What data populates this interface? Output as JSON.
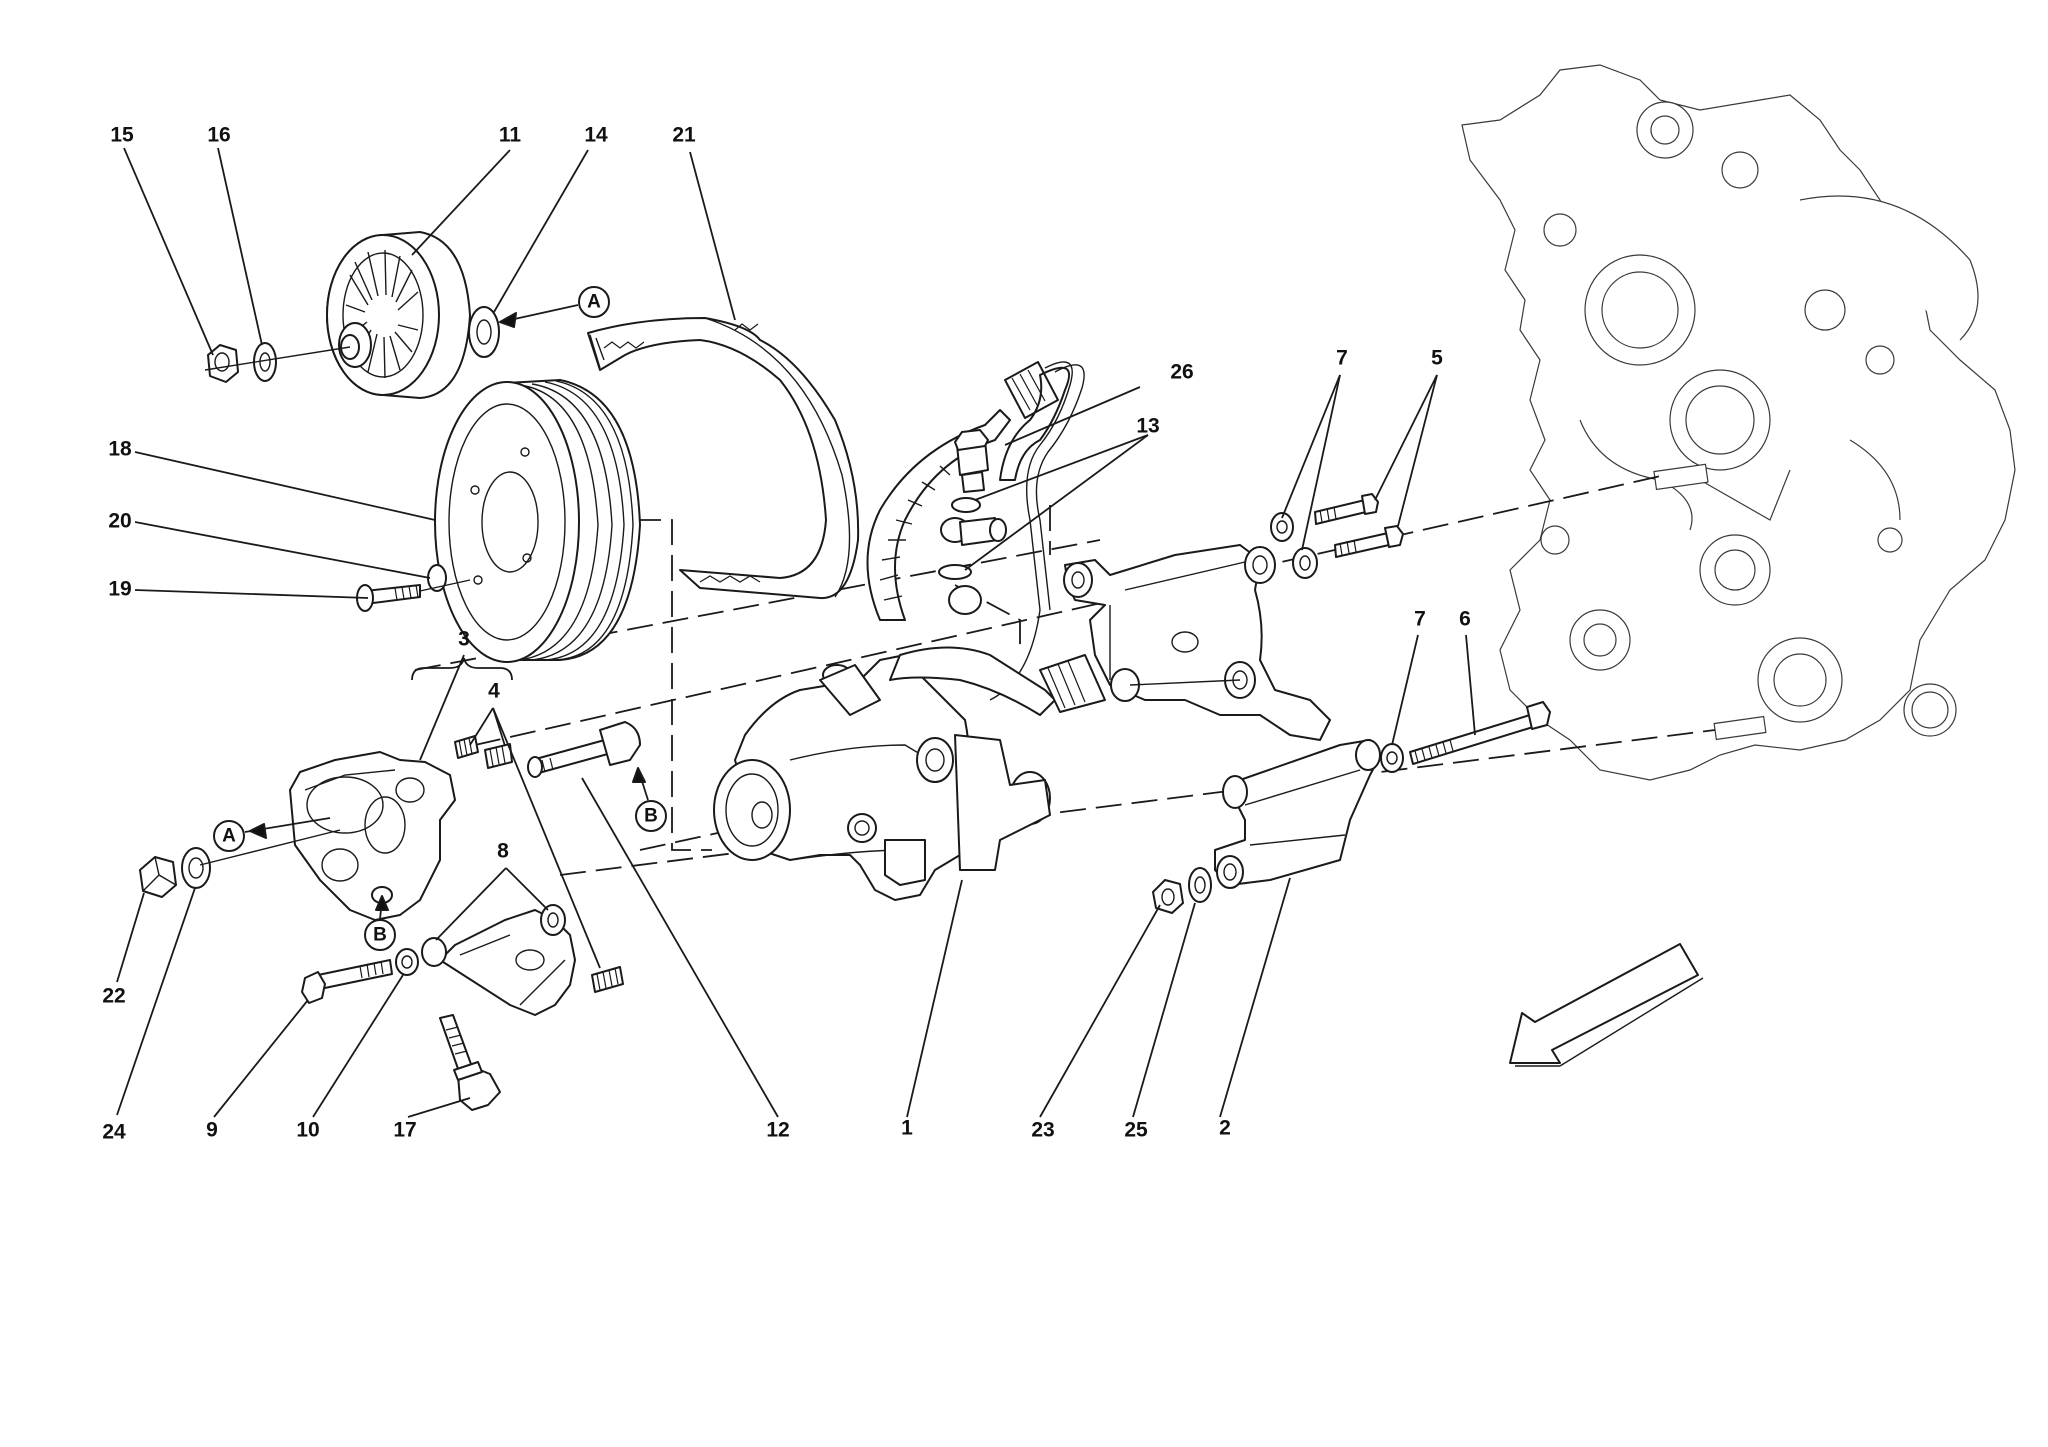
{
  "callouts": {
    "c1": "1",
    "c2": "2",
    "c3": "3",
    "c4": "4",
    "c5": "5",
    "c6": "6",
    "c7a": "7",
    "c7b": "7",
    "c8": "8",
    "c9": "9",
    "c10": "10",
    "c11": "11",
    "c12": "12",
    "c13": "13",
    "c14": "14",
    "c15": "15",
    "c16": "16",
    "c17": "17",
    "c18": "18",
    "c19": "19",
    "c20": "20",
    "c21": "21",
    "c22": "22",
    "c23": "23",
    "c24": "24",
    "c25": "25",
    "c26": "26"
  },
  "refs": {
    "a1": "A",
    "a2": "A",
    "b1": "B",
    "b2": "B"
  },
  "icons": {
    "direction": "front-direction-arrow-icon"
  }
}
